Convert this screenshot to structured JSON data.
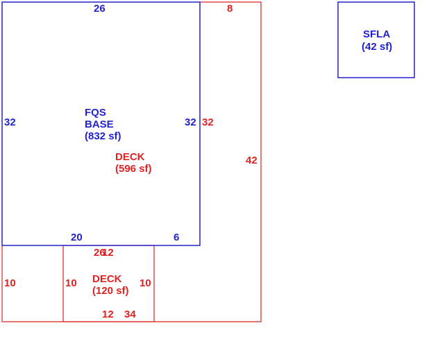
{
  "colors": {
    "base": "#2222cc",
    "deck": "#dd2222"
  },
  "base": {
    "name": "FQS",
    "name2": "BASE",
    "area": "(832 sf)",
    "dim_top": "26",
    "dim_left": "32",
    "dim_right": "32",
    "dim_bottom_a": "20",
    "dim_bottom_b": "6"
  },
  "deck_main": {
    "name": "DECK",
    "area": "(596 sf)",
    "dim_top": "8",
    "dim_right_inner": "32",
    "dim_right_outer": "42",
    "dim_left": "10",
    "dim_bottom_overlap_a": "26",
    "dim_bottom_overlap_b": "12",
    "dim_bottom": "34"
  },
  "deck_small": {
    "name": "DECK",
    "area": "(120 sf)",
    "dim_left": "10",
    "dim_right": "10",
    "dim_bottom": "12"
  },
  "sfla": {
    "name": "SFLA",
    "area": "(42 sf)"
  }
}
